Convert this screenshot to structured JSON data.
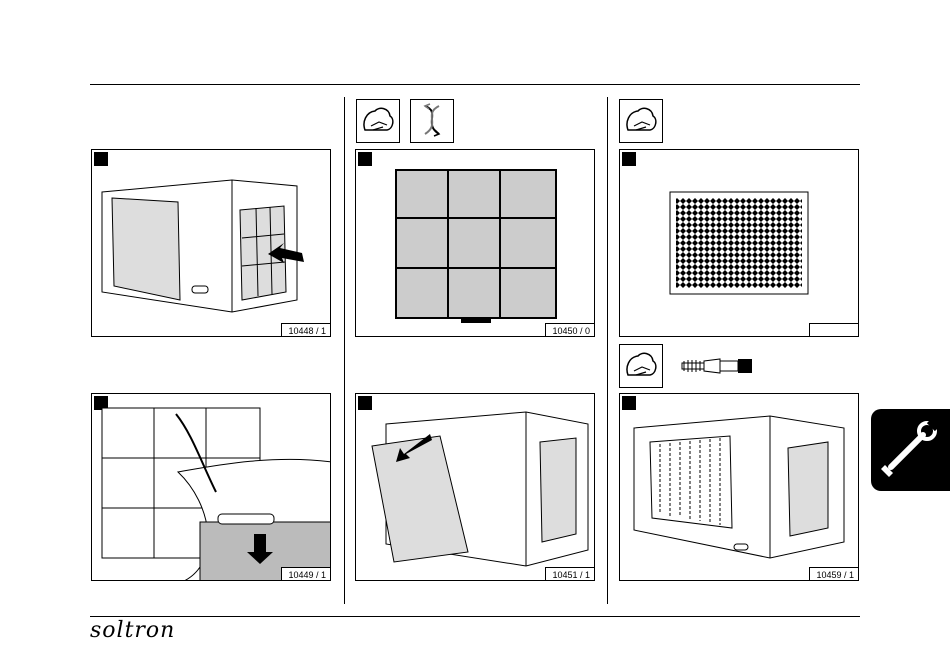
{
  "figures": [
    {
      "id": "fig1",
      "code": "10448 / 1"
    },
    {
      "id": "fig2",
      "code": "10449 / 1"
    },
    {
      "id": "fig3",
      "code": "10450 / 0"
    },
    {
      "id": "fig4",
      "code": "10451 / 1"
    },
    {
      "id": "fig5",
      "code": ""
    },
    {
      "id": "fig6",
      "code": "10459 / 1"
    }
  ],
  "icons": {
    "header_col2": [
      "wipe-cloth-icon",
      "twist-arrows-icon"
    ],
    "header_col3": [
      "wipe-cloth-icon"
    ],
    "header_col3_lower": [
      "wipe-cloth-icon",
      "brush-icon"
    ],
    "side_tab": "wrench-icon"
  },
  "footer": {
    "brand": "soltron"
  }
}
